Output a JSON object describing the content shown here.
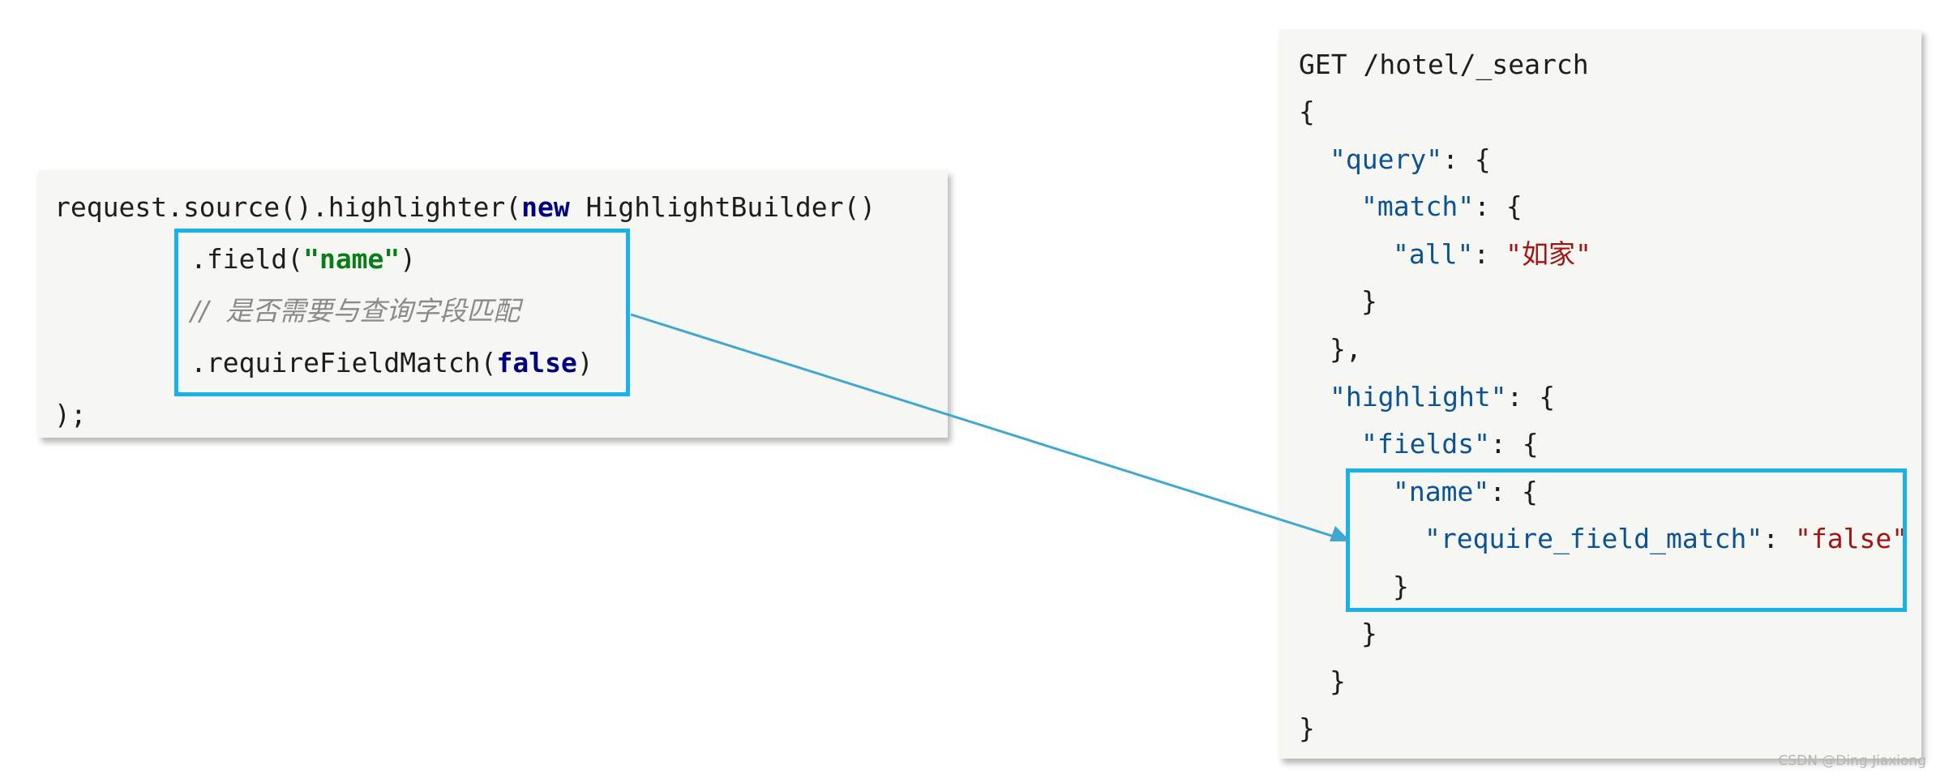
{
  "java_code": {
    "line1": {
      "prefix": "request.source().highlighter(",
      "keyword": "new",
      "suffix": " HighlightBuilder()"
    },
    "line2": {
      "prefix": ".field(",
      "string": "\"name\"",
      "suffix": ")"
    },
    "line3": {
      "comment": "//  是否需要与查询字段匹配"
    },
    "line4": {
      "prefix": ".requireFieldMatch(",
      "keyword": "false",
      "suffix": ")"
    },
    "line5": {
      "text": ");"
    }
  },
  "dsl_code": {
    "request_line": "GET /hotel/_search",
    "open_brace": "{",
    "query_key": "\"query\"",
    "query_rest": ": {",
    "match_key": "\"match\"",
    "match_rest": ": {",
    "all_key": "\"all\"",
    "all_sep": ": ",
    "all_value": "\"如家\"",
    "close_match": "}",
    "close_query": "},",
    "highlight_key": "\"highlight\"",
    "highlight_rest": ": {",
    "fields_key": "\"fields\"",
    "fields_rest": ": {",
    "name_key": "\"name\"",
    "name_rest": ": {",
    "rfm_key": "\"require_field_match\"",
    "rfm_sep": ": ",
    "rfm_value": "\"false\"",
    "close_name": "}",
    "close_fields": "}",
    "close_highlight": "}",
    "close_root": "}"
  },
  "colors": {
    "highlight_box": "#1ab0e8",
    "arrow": "#3fa7d1",
    "panel_background": "#f6f7f3"
  },
  "watermark": "CSDN @Ding Jiaxiong"
}
